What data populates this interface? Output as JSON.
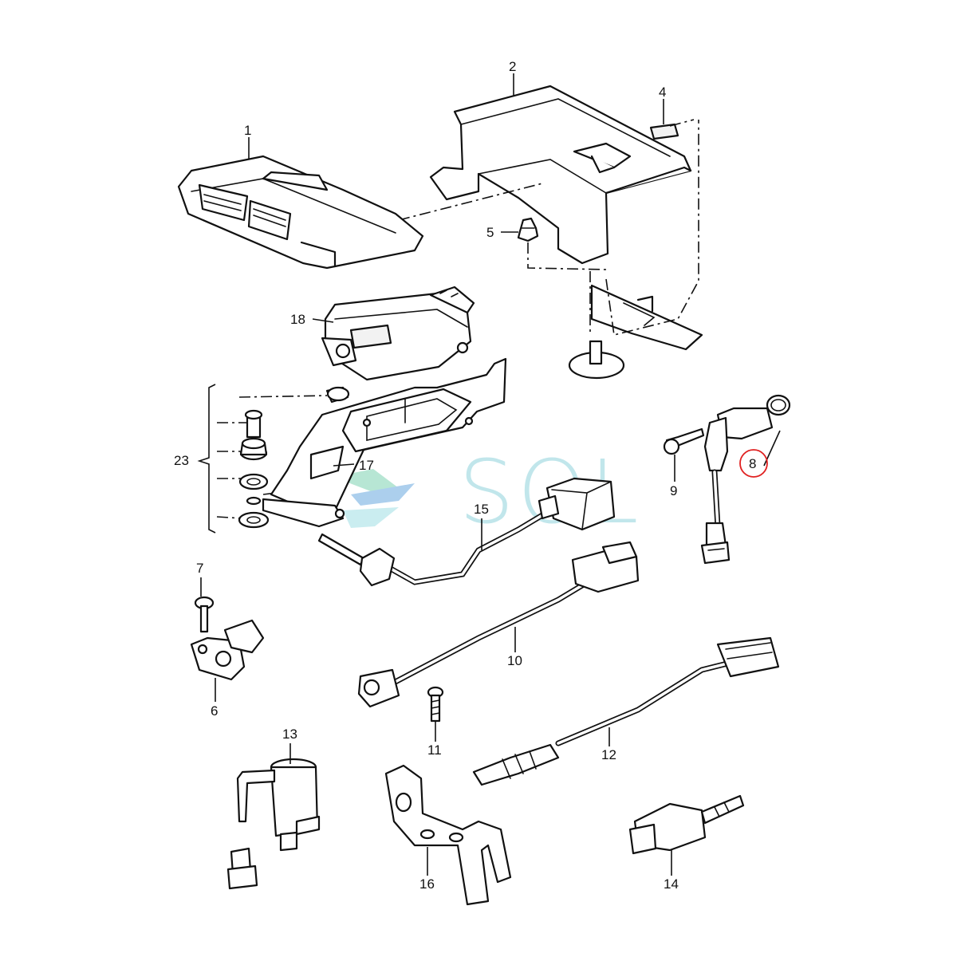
{
  "callouts": {
    "p1": "1",
    "p2": "2",
    "p4": "4",
    "p5": "5",
    "p6": "6",
    "p7": "7",
    "p8": "8",
    "p9": "9",
    "p10": "10",
    "p11": "11",
    "p12": "12",
    "p13": "13",
    "p14": "14",
    "p15": "15",
    "p16": "16",
    "p17": "17",
    "p18": "18",
    "p23": "23"
  },
  "highlight": {
    "part": "8",
    "color": "#e02020"
  },
  "watermark": {
    "text": "SOL",
    "color": "#8fd3dc"
  }
}
